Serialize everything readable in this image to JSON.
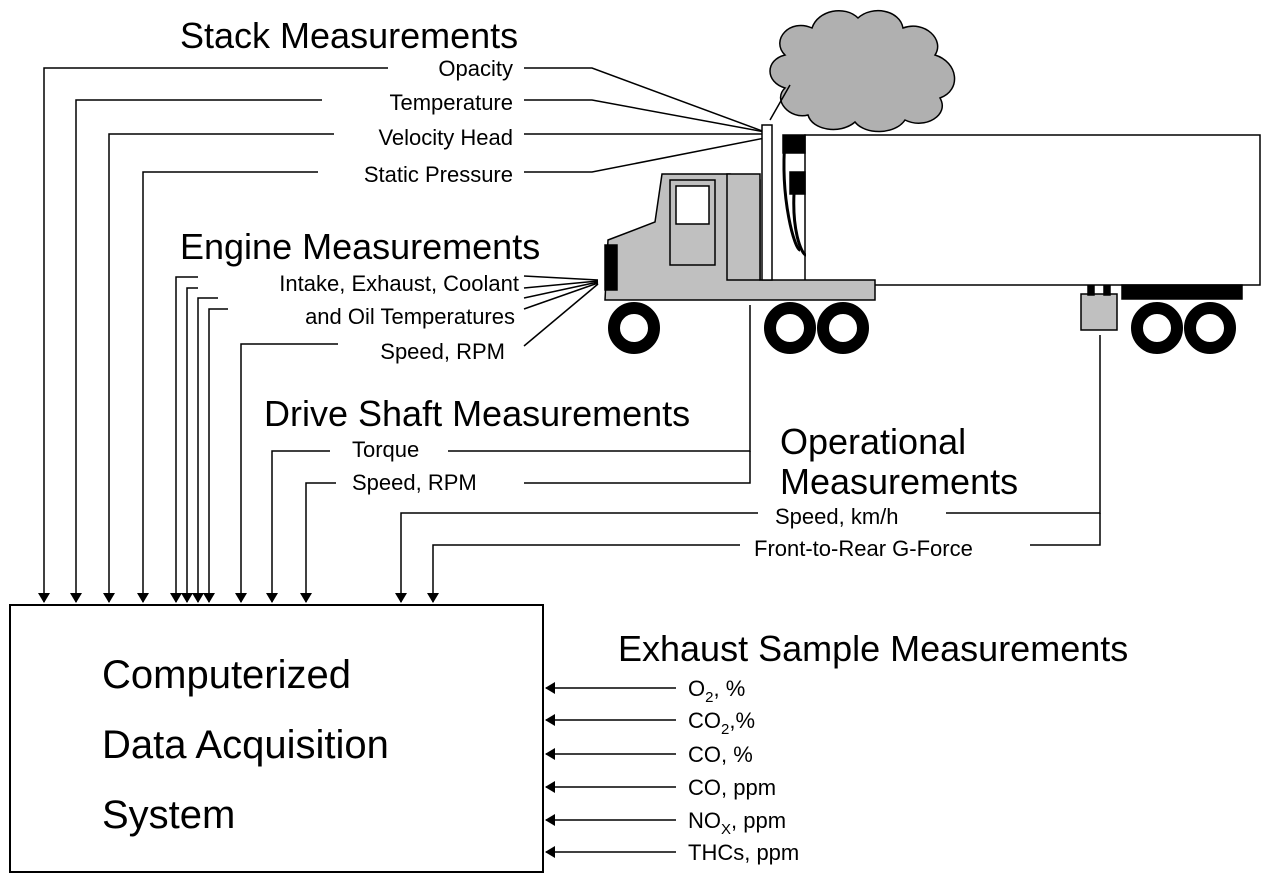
{
  "groups": {
    "stack": {
      "heading": "Stack Measurements",
      "items": [
        "Opacity",
        "Temperature",
        "Velocity Head",
        "Static Pressure"
      ]
    },
    "engine": {
      "heading": "Engine Measurements",
      "items": [
        "Intake, Exhaust, Coolant",
        "and Oil Temperatures",
        "Speed, RPM"
      ]
    },
    "drive_shaft": {
      "heading": "Drive Shaft Measurements",
      "items": [
        "Torque",
        "Speed, RPM"
      ]
    },
    "operational": {
      "heading_line1": "Operational",
      "heading_line2": "Measurements",
      "items": [
        "Speed, km/h",
        "Front-to-Rear G-Force"
      ]
    },
    "exhaust": {
      "heading": "Exhaust Sample Measurements",
      "items": [
        {
          "base": "O",
          "sub": "2",
          "rest": ", %"
        },
        {
          "base": "CO",
          "sub": "2",
          "rest": ",%"
        },
        {
          "base": "CO, %",
          "sub": "",
          "rest": ""
        },
        {
          "base": "CO, ppm",
          "sub": "",
          "rest": ""
        },
        {
          "base": "NO",
          "sub": "X",
          "rest": ", ppm"
        },
        {
          "base": "THCs, ppm",
          "sub": "",
          "rest": ""
        }
      ]
    }
  },
  "system": {
    "line1": "Computerized",
    "line2": "Data Acquisition",
    "line3": "System"
  },
  "colors": {
    "line": "#000000",
    "truck_fill": "#c0c0c0",
    "cloud_fill": "#b0b0b0"
  }
}
